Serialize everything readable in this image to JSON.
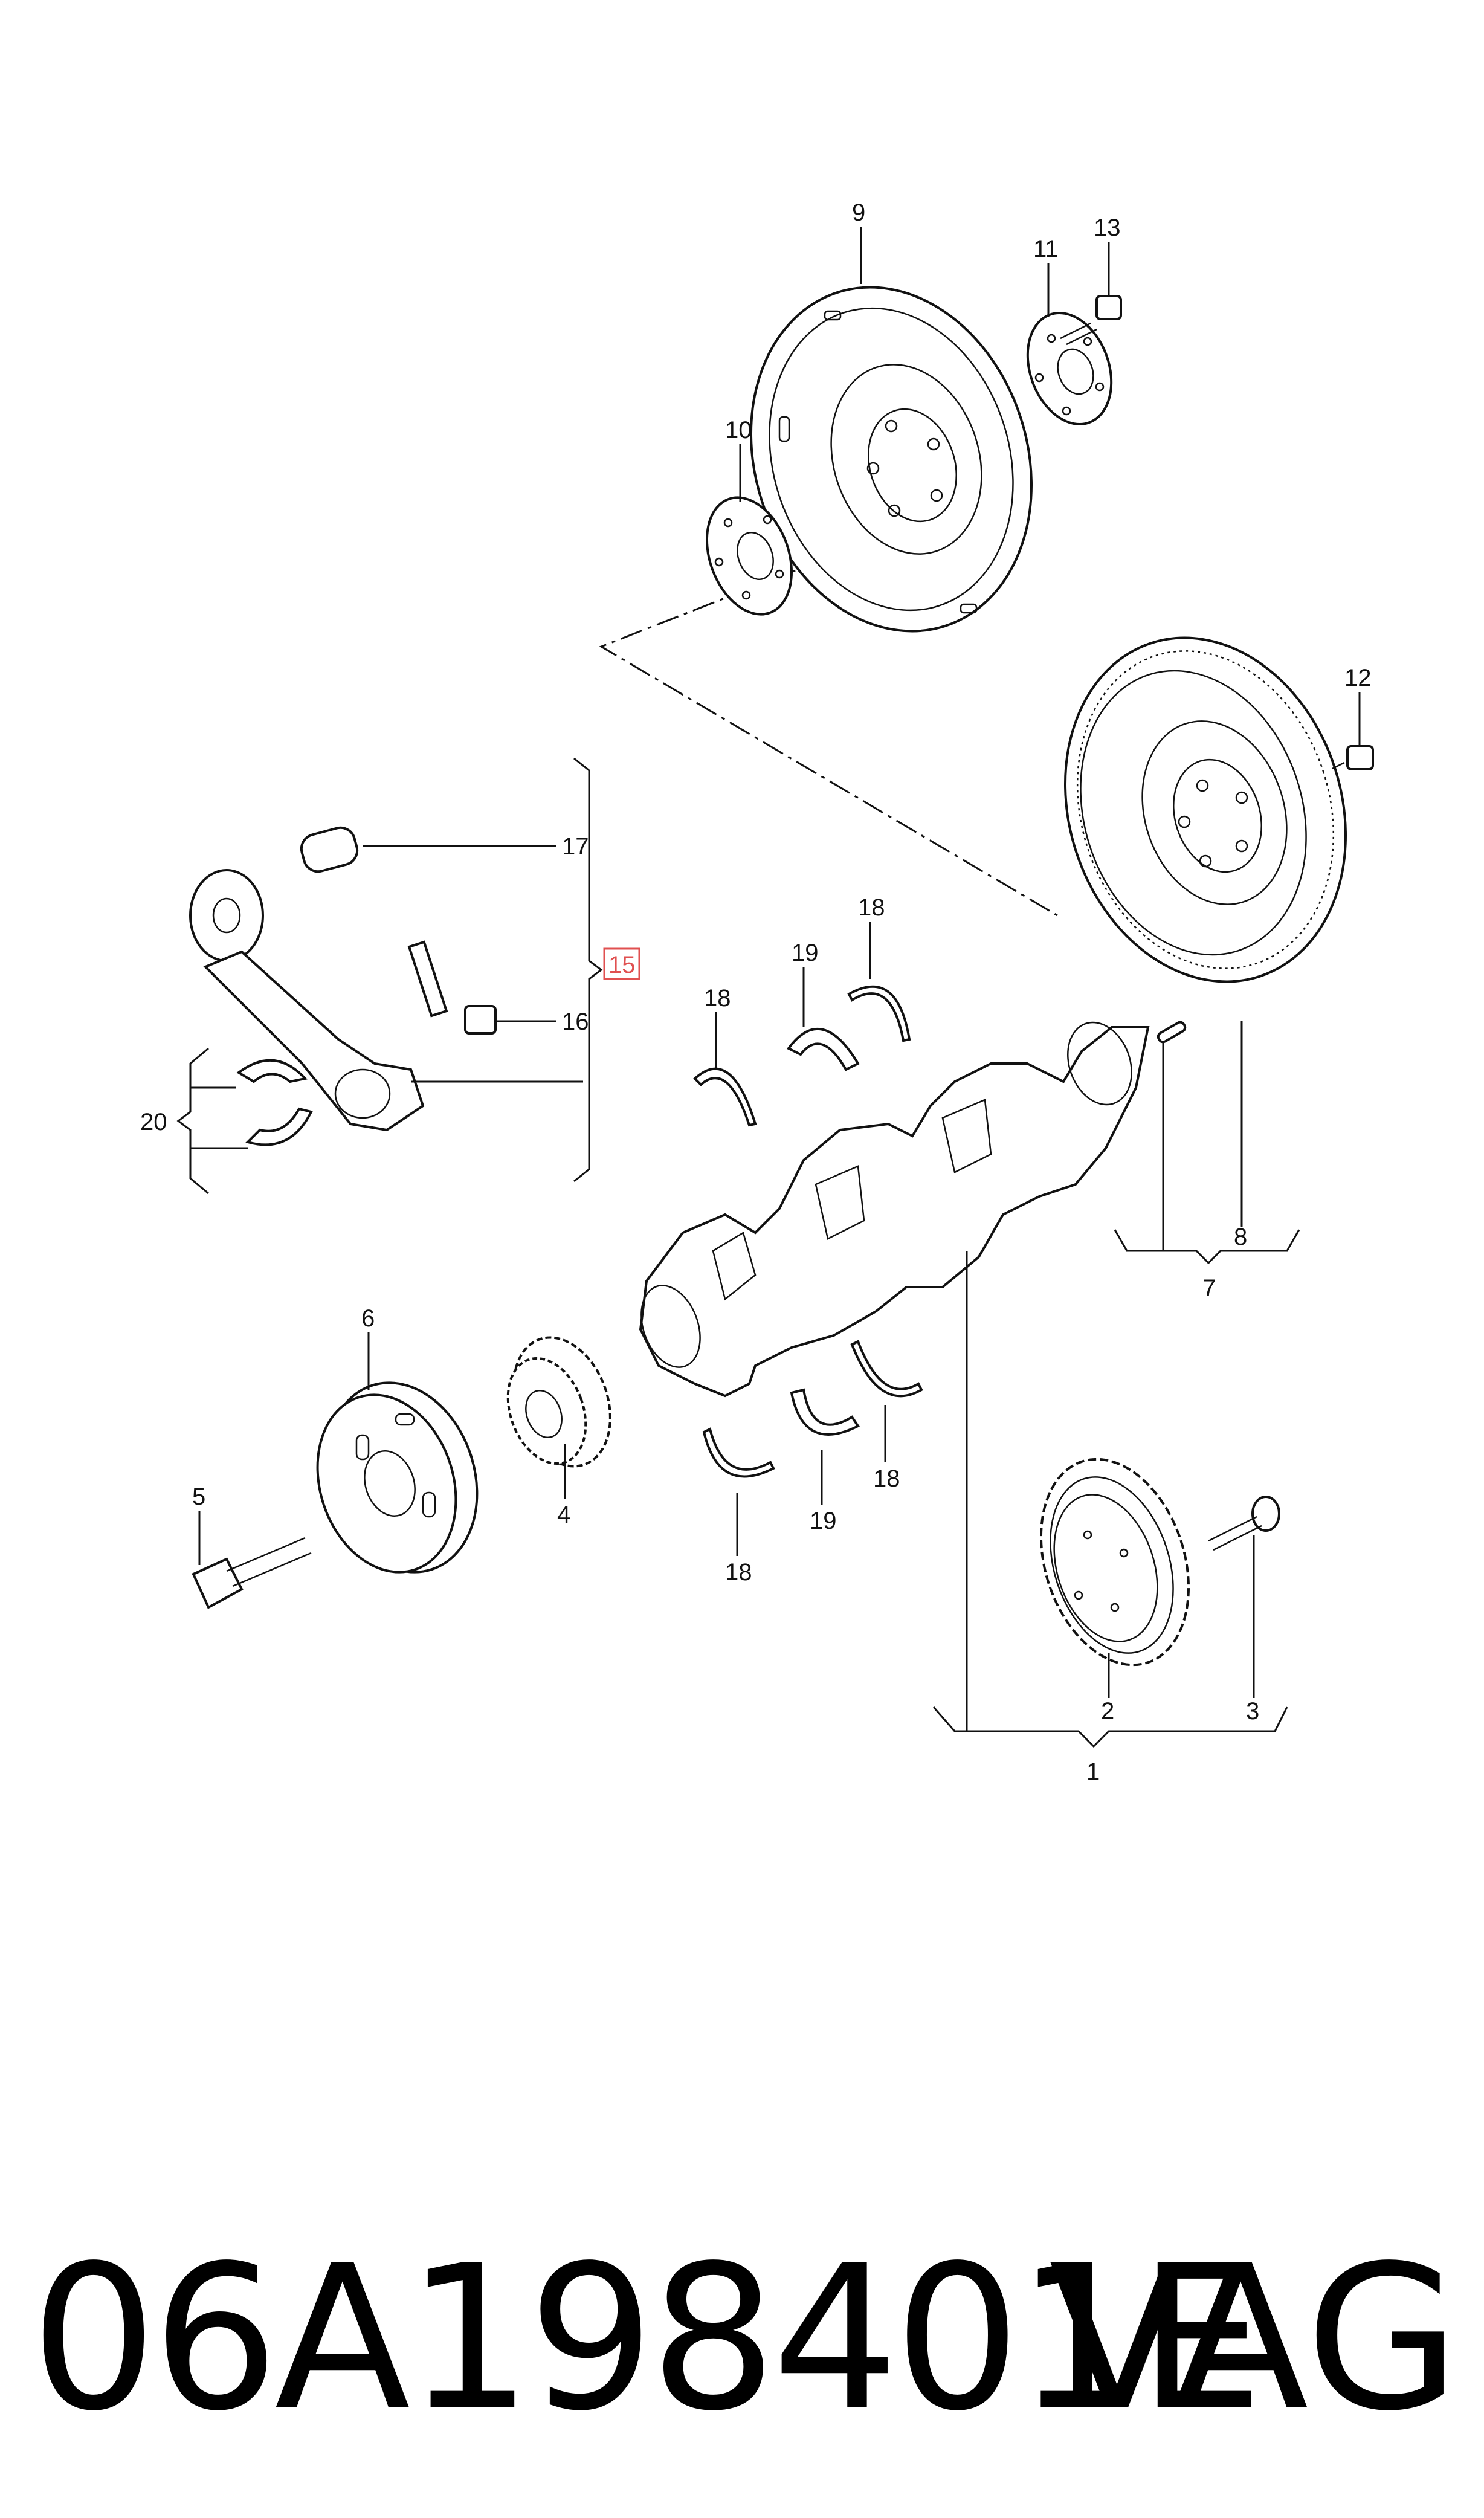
{
  "diagram": {
    "callouts": {
      "c1": "1",
      "c2": "2",
      "c3": "3",
      "c4": "4",
      "c5": "5",
      "c6": "6",
      "c7": "7",
      "c8": "8",
      "c9": "9",
      "c10": "10",
      "c11": "11",
      "c12": "12",
      "c13": "13",
      "c15": "15",
      "c16": "16",
      "c17": "17",
      "c18a": "18",
      "c18b": "18",
      "c18c": "18",
      "c18d": "18",
      "c19a": "19",
      "c19b": "19",
      "c20": "20"
    }
  },
  "footer": {
    "part_number": "06A198401E",
    "brand": "VAG"
  },
  "colors": {
    "line": "#111111",
    "highlight_box": "#e05050",
    "background": "#ffffff"
  }
}
